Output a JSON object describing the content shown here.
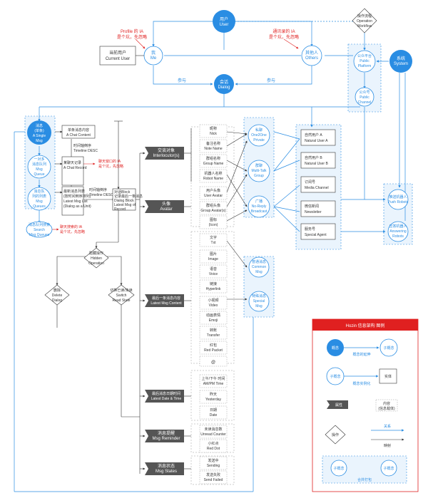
{
  "top": {
    "user": [
      "用户",
      "User"
    ],
    "op_flow": [
      "操作流程",
      "Operation",
      "Workflow"
    ],
    "me": [
      "我",
      "Me"
    ],
    "others": [
      "其他人",
      "Others"
    ],
    "current_user": [
      "当前用户",
      "Current User"
    ],
    "profile_note": [
      "Profile 的 IA",
      "是个坑，先忽略"
    ],
    "contacts_note": [
      "通讯录的 IA",
      "是个坑，先忽略"
    ],
    "dialog": [
      "会话",
      "Dialog"
    ],
    "ref_left": "参与",
    "ref_right": "参与",
    "public_platform": [
      "公众平台",
      "Public",
      "Platform"
    ],
    "system": [
      "系统",
      "System"
    ],
    "public_channel": [
      "公众号",
      "Public",
      "Channel"
    ]
  },
  "left": {
    "single_msg": [
      "消息",
      "(单条)",
      "A Single",
      "Msg"
    ],
    "msg_queue": [
      "一对多",
      "消息队列",
      "Msg",
      "Queue"
    ],
    "msg_queues": [
      "消息队",
      "列的列表",
      "Msg",
      "Queues"
    ],
    "search": [
      "消息队列搜索",
      "Search",
      "Msg Queues"
    ],
    "search_note": [
      "聊天搜索的 IA",
      "是个坑，先忽略"
    ],
    "chat_content": [
      "单条消息内容",
      "A Chat Content"
    ],
    "timeline_desc": [
      "时间轴倒序",
      "Timeline DESC"
    ],
    "chat_record": [
      "某聊天记录",
      "A Chat Record"
    ],
    "chat_note": [
      "聊天窗口的 IA",
      "是个坑，先忽略"
    ],
    "msg_list": [
      "最新消息列表",
      "(按时间倒序排列)",
      "Latest Msg List",
      "(Dialog as a Unit)"
    ],
    "timeline_desc2": [
      "时间轴倒序",
      "Timeline DESC"
    ],
    "block": [
      "对话Block",
      "记录最后一条消息",
      "Dialog Block",
      "Latest Msg of",
      "Record"
    ],
    "hidden_op": [
      "隐藏操作",
      "Hidden",
      "Operation"
    ],
    "delete_dialog": [
      "删除",
      "Delete",
      "Dialog"
    ],
    "switch_read": [
      "切换已读/未读",
      "Switch",
      "Read State"
    ]
  },
  "mid": {
    "interlocutors": [
      "交谈对象",
      "Interlocutor(s)"
    ],
    "avatar": [
      "头像",
      "Avatar"
    ],
    "latest_content": [
      "最后一条消息内容",
      "Latest Msg Content"
    ],
    "latest_date": [
      "最后消息日期时间",
      "Latest Date & Time"
    ],
    "reminder": [
      "消息提醒",
      "Msg Reminder"
    ],
    "states": [
      "消息状态",
      "Msg States"
    ],
    "nick": [
      "昵称",
      "Nick"
    ],
    "note_name": [
      "备注名称",
      "Note Name"
    ],
    "group_name": [
      "群组名称",
      "Group Name"
    ],
    "robot_name": [
      "机器人名称",
      "Robot Name"
    ],
    "user_avatar": [
      "用户头像",
      "User Avatar"
    ],
    "group_avatar": [
      "群组头像",
      "Group Avatar(s)"
    ],
    "icon": [
      "图标",
      "(Icon)"
    ],
    "txt": [
      "文字",
      "Txt"
    ],
    "image": [
      "图片",
      "Image"
    ],
    "voice": [
      "语音",
      "Voice"
    ],
    "hyperlink": [
      "链接",
      "Hyperlink"
    ],
    "video": [
      "小视频",
      "Video"
    ],
    "emoji": [
      "动画表情",
      "Emoji"
    ],
    "transfer": [
      "转账",
      "Transfer"
    ],
    "red_packet": [
      "红包",
      "Red Packet"
    ],
    "at": "@",
    "am_pm": [
      "上午/下午 时间",
      "AM/PM Time"
    ],
    "yesterday": [
      "昨天",
      "Yesterday"
    ],
    "date": [
      "日期",
      "Date"
    ],
    "unread": [
      "未读消息数",
      "Unread Counter"
    ],
    "red_dot": [
      "小红点",
      "Red Dot"
    ],
    "sending": [
      "发送中",
      "Sending"
    ],
    "send_failed": [
      "发送失败",
      "Send Failed"
    ]
  },
  "right": {
    "one2one": [
      "私聊",
      "One2One",
      "Private"
    ],
    "multitalk": [
      "群聊",
      "Multi-Talk",
      "Group"
    ],
    "broadcast": [
      "广播",
      "No-Reply",
      "Broadcast"
    ],
    "common": [
      "普通消息",
      "Common",
      "Msg"
    ],
    "special": [
      "特殊消息",
      "Special",
      "Msg"
    ],
    "natural_a": [
      "自然用户 A",
      "Natural User A"
    ],
    "natural_b": [
      "自然用户 B",
      "Natural User B"
    ],
    "media_channel": [
      "订阅号",
      "Media Channel"
    ],
    "newsletter": [
      "微信新闻",
      "Newsletter"
    ],
    "special_agent": [
      "服务号",
      "Special Agent"
    ],
    "push_robots": [
      "推送机器人",
      "Push Robots"
    ],
    "answer_robots": [
      "应答机器人",
      "Answering",
      "Robots"
    ]
  },
  "legend": {
    "title": "Hozin 信息架构 图例",
    "concept": "概念",
    "sub_concept": "子概念",
    "extension": "概念的延伸",
    "instance": "实体",
    "instantiation": "概念实例化",
    "attr": "属性",
    "content": [
      "内容",
      "(信息载体)"
    ],
    "operation": "操作",
    "relation": "关系",
    "mapping": "映射",
    "combined": "合并打包"
  }
}
